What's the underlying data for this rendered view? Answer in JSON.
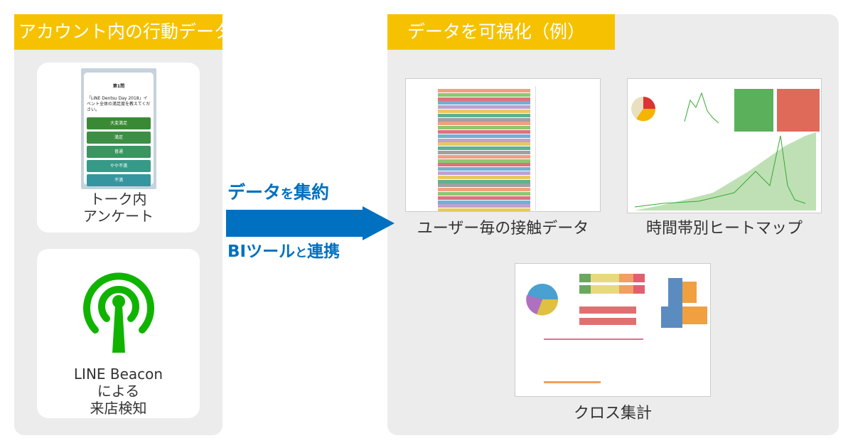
{
  "left": {
    "title": "アカウント内の行動データ",
    "survey": {
      "question_no": "第1問",
      "question": "「LINE Dentsu Day 2018」イベント全体の満足度を教えてください。",
      "options": [
        "大変満足",
        "満足",
        "普通",
        "やや不満",
        "不満"
      ],
      "option_colors": [
        "#3a8a35",
        "#3d8f45",
        "#3a9560",
        "#379a88",
        "#3596a0"
      ],
      "caption_line1": "トーク内",
      "caption_line2": "アンケート"
    },
    "beacon": {
      "caption_line1": "LINE Beacon",
      "caption_line2": "による",
      "caption_line3": "来店検知",
      "color": "#10b400"
    }
  },
  "arrow": {
    "top_text_a": "データ",
    "top_text_b": "を",
    "top_text_c": "集約",
    "bottom_text_a": "BIツール",
    "bottom_text_b": "と",
    "bottom_text_c": "連携",
    "color": "#0070c0"
  },
  "right": {
    "title": "データを可視化（例）",
    "thumbs": [
      {
        "caption": "ユーザー毎の接触データ"
      },
      {
        "caption": "時間帯別ヒートマップ"
      },
      {
        "caption": "クロス集計"
      }
    ]
  },
  "colors": {
    "accent": "#f6c200",
    "panel": "#ececec"
  }
}
